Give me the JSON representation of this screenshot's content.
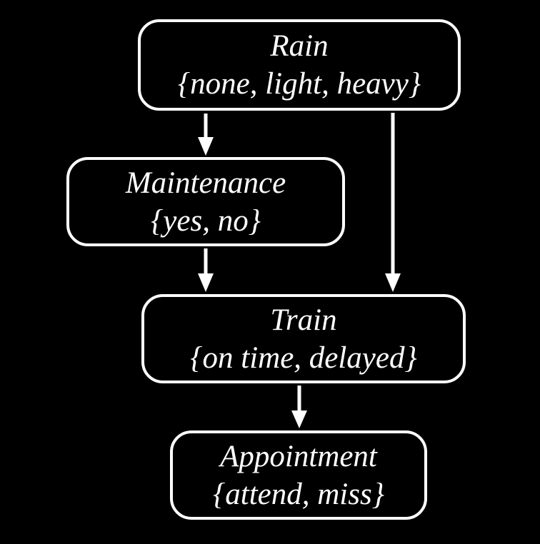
{
  "nodes": {
    "rain": {
      "label": "Rain",
      "values": "{none, light, heavy}"
    },
    "maintenance": {
      "label": "Maintenance",
      "values": "{yes, no}"
    },
    "train": {
      "label": "Train",
      "values": "{on time, delayed}"
    },
    "appointment": {
      "label": "Appointment",
      "values": "{attend, miss}"
    }
  },
  "edges": [
    {
      "from": "Rain",
      "to": "Maintenance"
    },
    {
      "from": "Rain",
      "to": "Train"
    },
    {
      "from": "Maintenance",
      "to": "Train"
    },
    {
      "from": "Train",
      "to": "Appointment"
    }
  ],
  "colors": {
    "background": "#000000",
    "node_fill": "#000000",
    "node_border": "#ffffff",
    "text": "#ffffff",
    "arrow": "#ffffff"
  }
}
